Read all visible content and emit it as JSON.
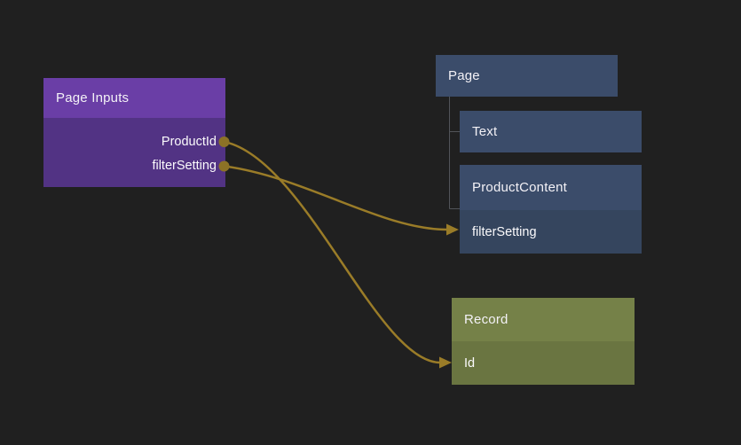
{
  "nodes": {
    "page_inputs": {
      "title": "Page Inputs",
      "outputs": [
        "ProductId",
        "filterSetting"
      ]
    },
    "page": {
      "title": "Page"
    },
    "text": {
      "title": "Text"
    },
    "product_content": {
      "title": "ProductContent",
      "inputs": [
        "filterSetting"
      ]
    },
    "record": {
      "title": "Record",
      "inputs": [
        "Id"
      ]
    }
  },
  "connections": [
    {
      "from": "Page Inputs.ProductId",
      "to": "Record.Id"
    },
    {
      "from": "Page Inputs.filterSetting",
      "to": "ProductContent.filterSetting"
    }
  ],
  "colors": {
    "background": "#202020",
    "purple_header": "#6a3ea6",
    "purple_body": "#523384",
    "blue_header": "#3b4c6a",
    "blue_body": "#35455e",
    "green_header": "#758148",
    "green_body": "#6a7541",
    "connector": "#9a7c28",
    "port_dot": "#8c7226",
    "tree_line": "#515459",
    "text": "#f3f1f6"
  }
}
